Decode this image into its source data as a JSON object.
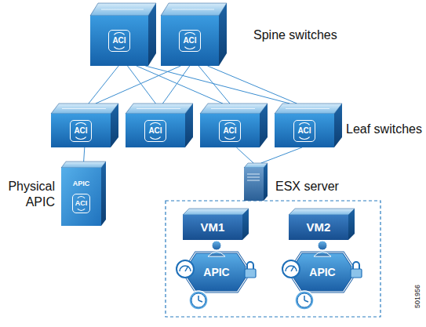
{
  "diagram": {
    "nodes": [
      {
        "text": [
          "ACI"
        ]
      },
      {
        "text": [
          "ACI"
        ]
      },
      {
        "text": [
          "ACI"
        ]
      },
      {
        "text": [
          "ACI"
        ]
      },
      {
        "text": [
          "ACI"
        ]
      },
      {
        "text": [
          "ACI"
        ]
      },
      {
        "text": [
          "Physical APIC",
          "APIC",
          "ACI"
        ]
      },
      {
        "text": [
          "ESX server"
        ]
      },
      {
        "text": [
          "VM1"
        ]
      },
      {
        "text": [
          "APIC"
        ]
      },
      {
        "text": [
          "VM2"
        ]
      },
      {
        "text": [
          "APIC"
        ]
      }
    ],
    "edges": [
      {
        "from": 0,
        "to": 2,
        "arrow": "none"
      },
      {
        "from": 0,
        "to": 3,
        "arrow": "none"
      },
      {
        "from": 0,
        "to": 4,
        "arrow": "none"
      },
      {
        "from": 0,
        "to": 5,
        "arrow": "none"
      },
      {
        "from": 1,
        "to": 2,
        "arrow": "none"
      },
      {
        "from": 1,
        "to": 3,
        "arrow": "none"
      },
      {
        "from": 1,
        "to": 4,
        "arrow": "none"
      },
      {
        "from": 1,
        "to": 5,
        "arrow": "none"
      },
      {
        "from": 2,
        "to": 6,
        "arrow": "none"
      },
      {
        "from": 4,
        "to": 7,
        "arrow": "none"
      },
      {
        "from": 5,
        "to": 7,
        "arrow": "none"
      }
    ],
    "labels": [
      "Spine switches",
      "Leaf switches",
      "501956"
    ]
  }
}
